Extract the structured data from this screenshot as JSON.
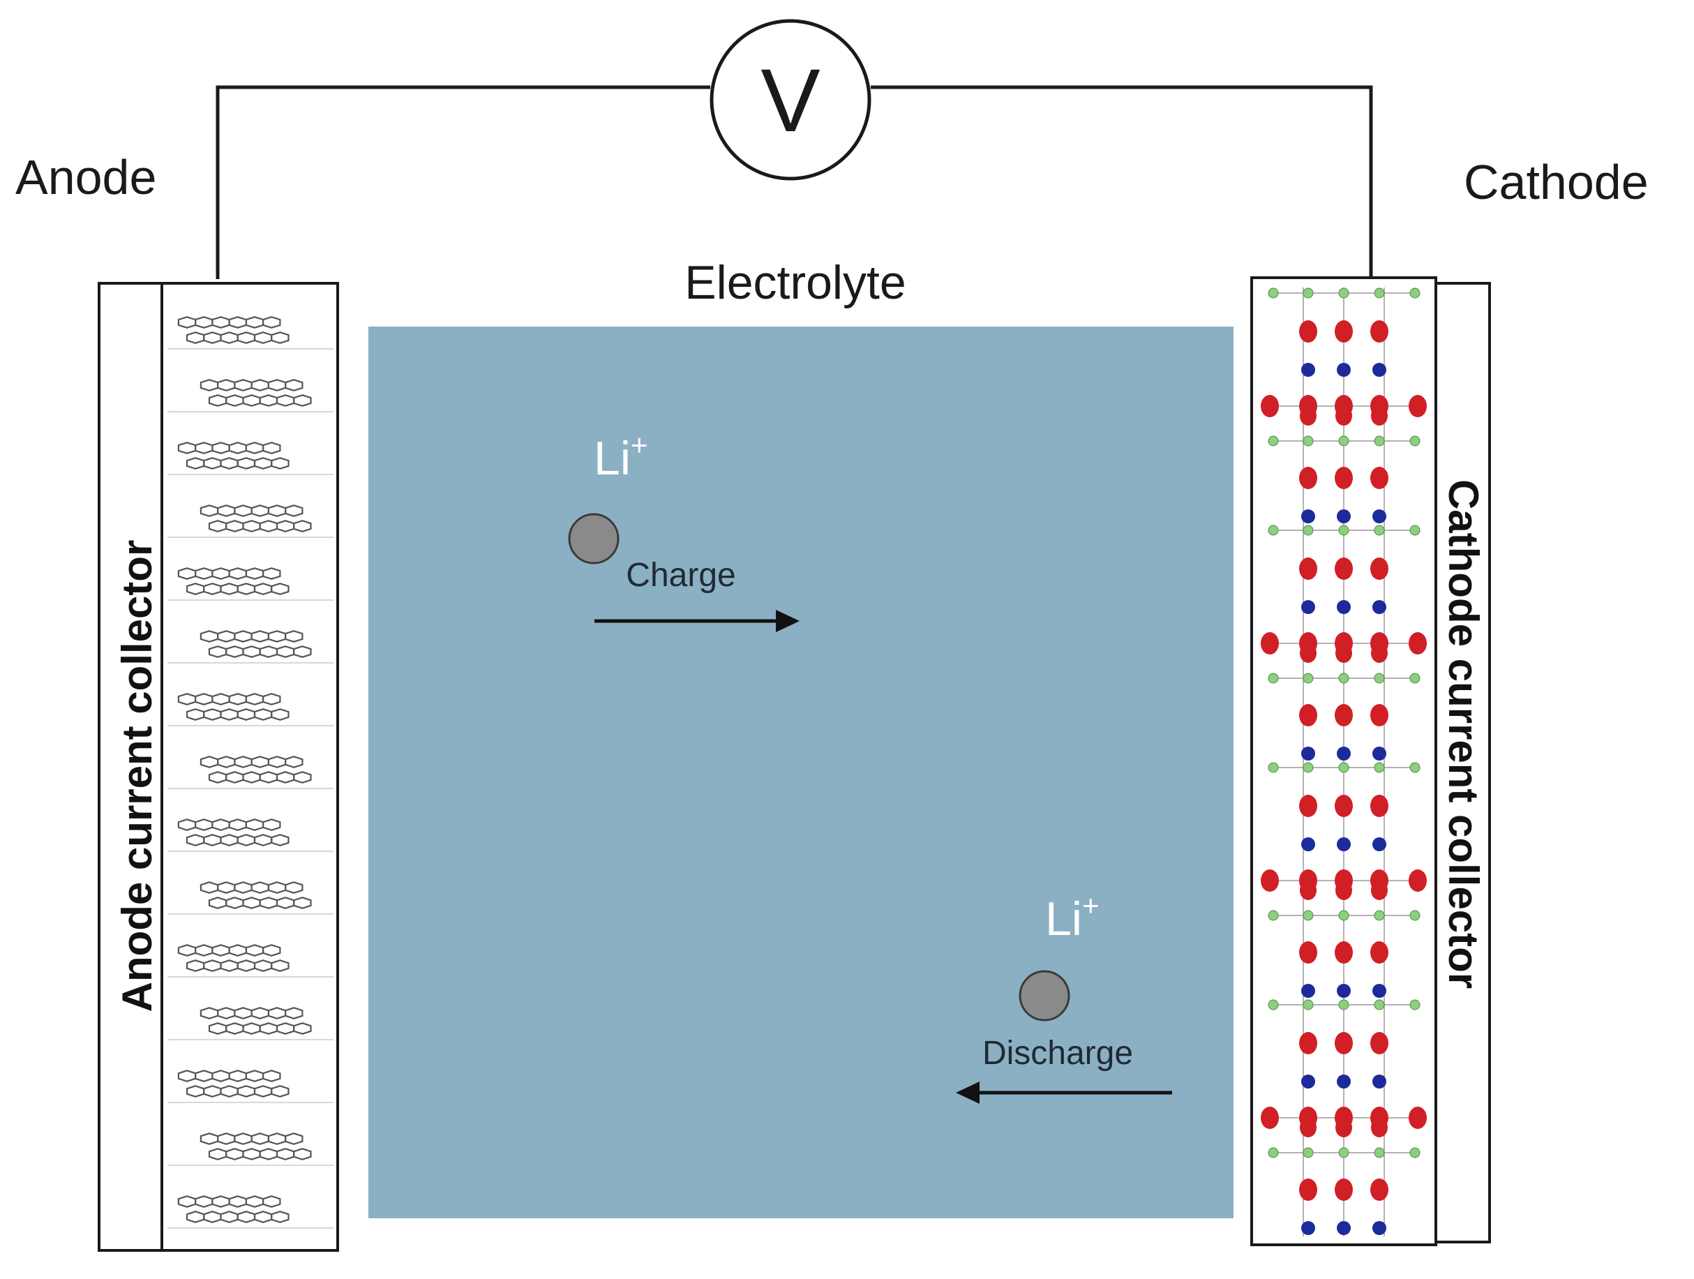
{
  "labels": {
    "anode": "Anode",
    "cathode": "Cathode",
    "electrolyte": "Electrolyte",
    "voltmeter": "V",
    "anode_collector": "Anode current collector",
    "cathode_collector": "Cathode current collector",
    "ion_top_symbol": "Li",
    "ion_top_charge": "+",
    "ion_bottom_symbol": "Li",
    "ion_bottom_charge": "+",
    "charge": "Charge",
    "discharge": "Discharge"
  },
  "colors": {
    "electrolyte": "#8bb0c3",
    "wire": "#1a1a1a",
    "ion": "#8a8a8a",
    "oxygen_atom": "#d11f26",
    "metal_atom": "#1d2a9c",
    "lithium_atom": "#8ccf7e",
    "graphite_atom": "#555555"
  }
}
